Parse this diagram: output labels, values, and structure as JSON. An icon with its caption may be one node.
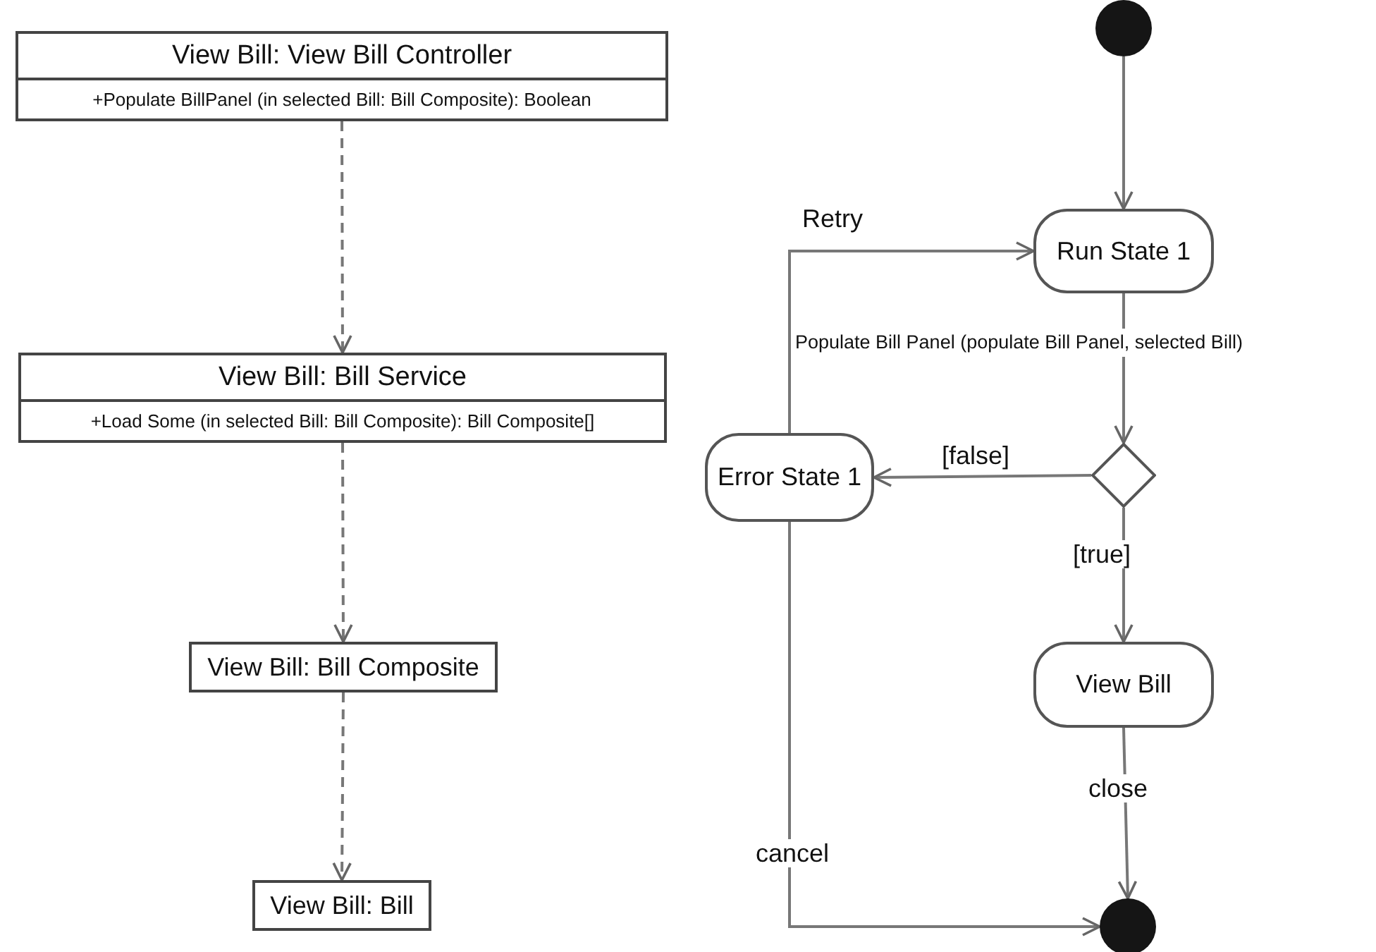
{
  "diagram": {
    "nodes": [
      {
        "text": [
          "View Bill: View Bill Controller",
          "+Populate BillPanel (in selected Bill: Bill Composite): Boolean"
        ]
      },
      {
        "text": [
          "View Bill: Bill Service",
          "+Load Some (in selected Bill: Bill Composite): Bill Composite[]"
        ]
      },
      {
        "text": [
          "View Bill: Bill Composite"
        ]
      },
      {
        "text": [
          "View Bill: Bill"
        ]
      },
      {
        "text": [],
        "shape": "circle"
      },
      {
        "text": [
          "Run State 1"
        ]
      },
      {
        "text": [],
        "shape": "diamond"
      },
      {
        "text": [
          "Error State 1"
        ]
      },
      {
        "text": [
          "View Bill"
        ]
      },
      {
        "text": [],
        "shape": "circle"
      }
    ],
    "edges": [
      {
        "from": 0,
        "to": 1,
        "arrow": "to",
        "style": "dashed"
      },
      {
        "from": 1,
        "to": 2,
        "arrow": "to",
        "style": "dashed"
      },
      {
        "from": 2,
        "to": 3,
        "arrow": "to",
        "style": "dashed"
      },
      {
        "from": 4,
        "to": 5,
        "arrow": "to"
      },
      {
        "from": 5,
        "to": 6,
        "arrow": "to",
        "label": "Populate Bill Panel (populate Bill Panel, selected Bill)"
      },
      {
        "from": 6,
        "to": 7,
        "arrow": "to",
        "label": "[false]"
      },
      {
        "from": 6,
        "to": 8,
        "arrow": "to",
        "label": "[true]"
      },
      {
        "from": 7,
        "to": 5,
        "arrow": "to",
        "label": "Retry"
      },
      {
        "from": 7,
        "to": 9,
        "arrow": "to",
        "label": "cancel"
      },
      {
        "from": 8,
        "to": 9,
        "arrow": "to",
        "label": "close"
      }
    ]
  }
}
